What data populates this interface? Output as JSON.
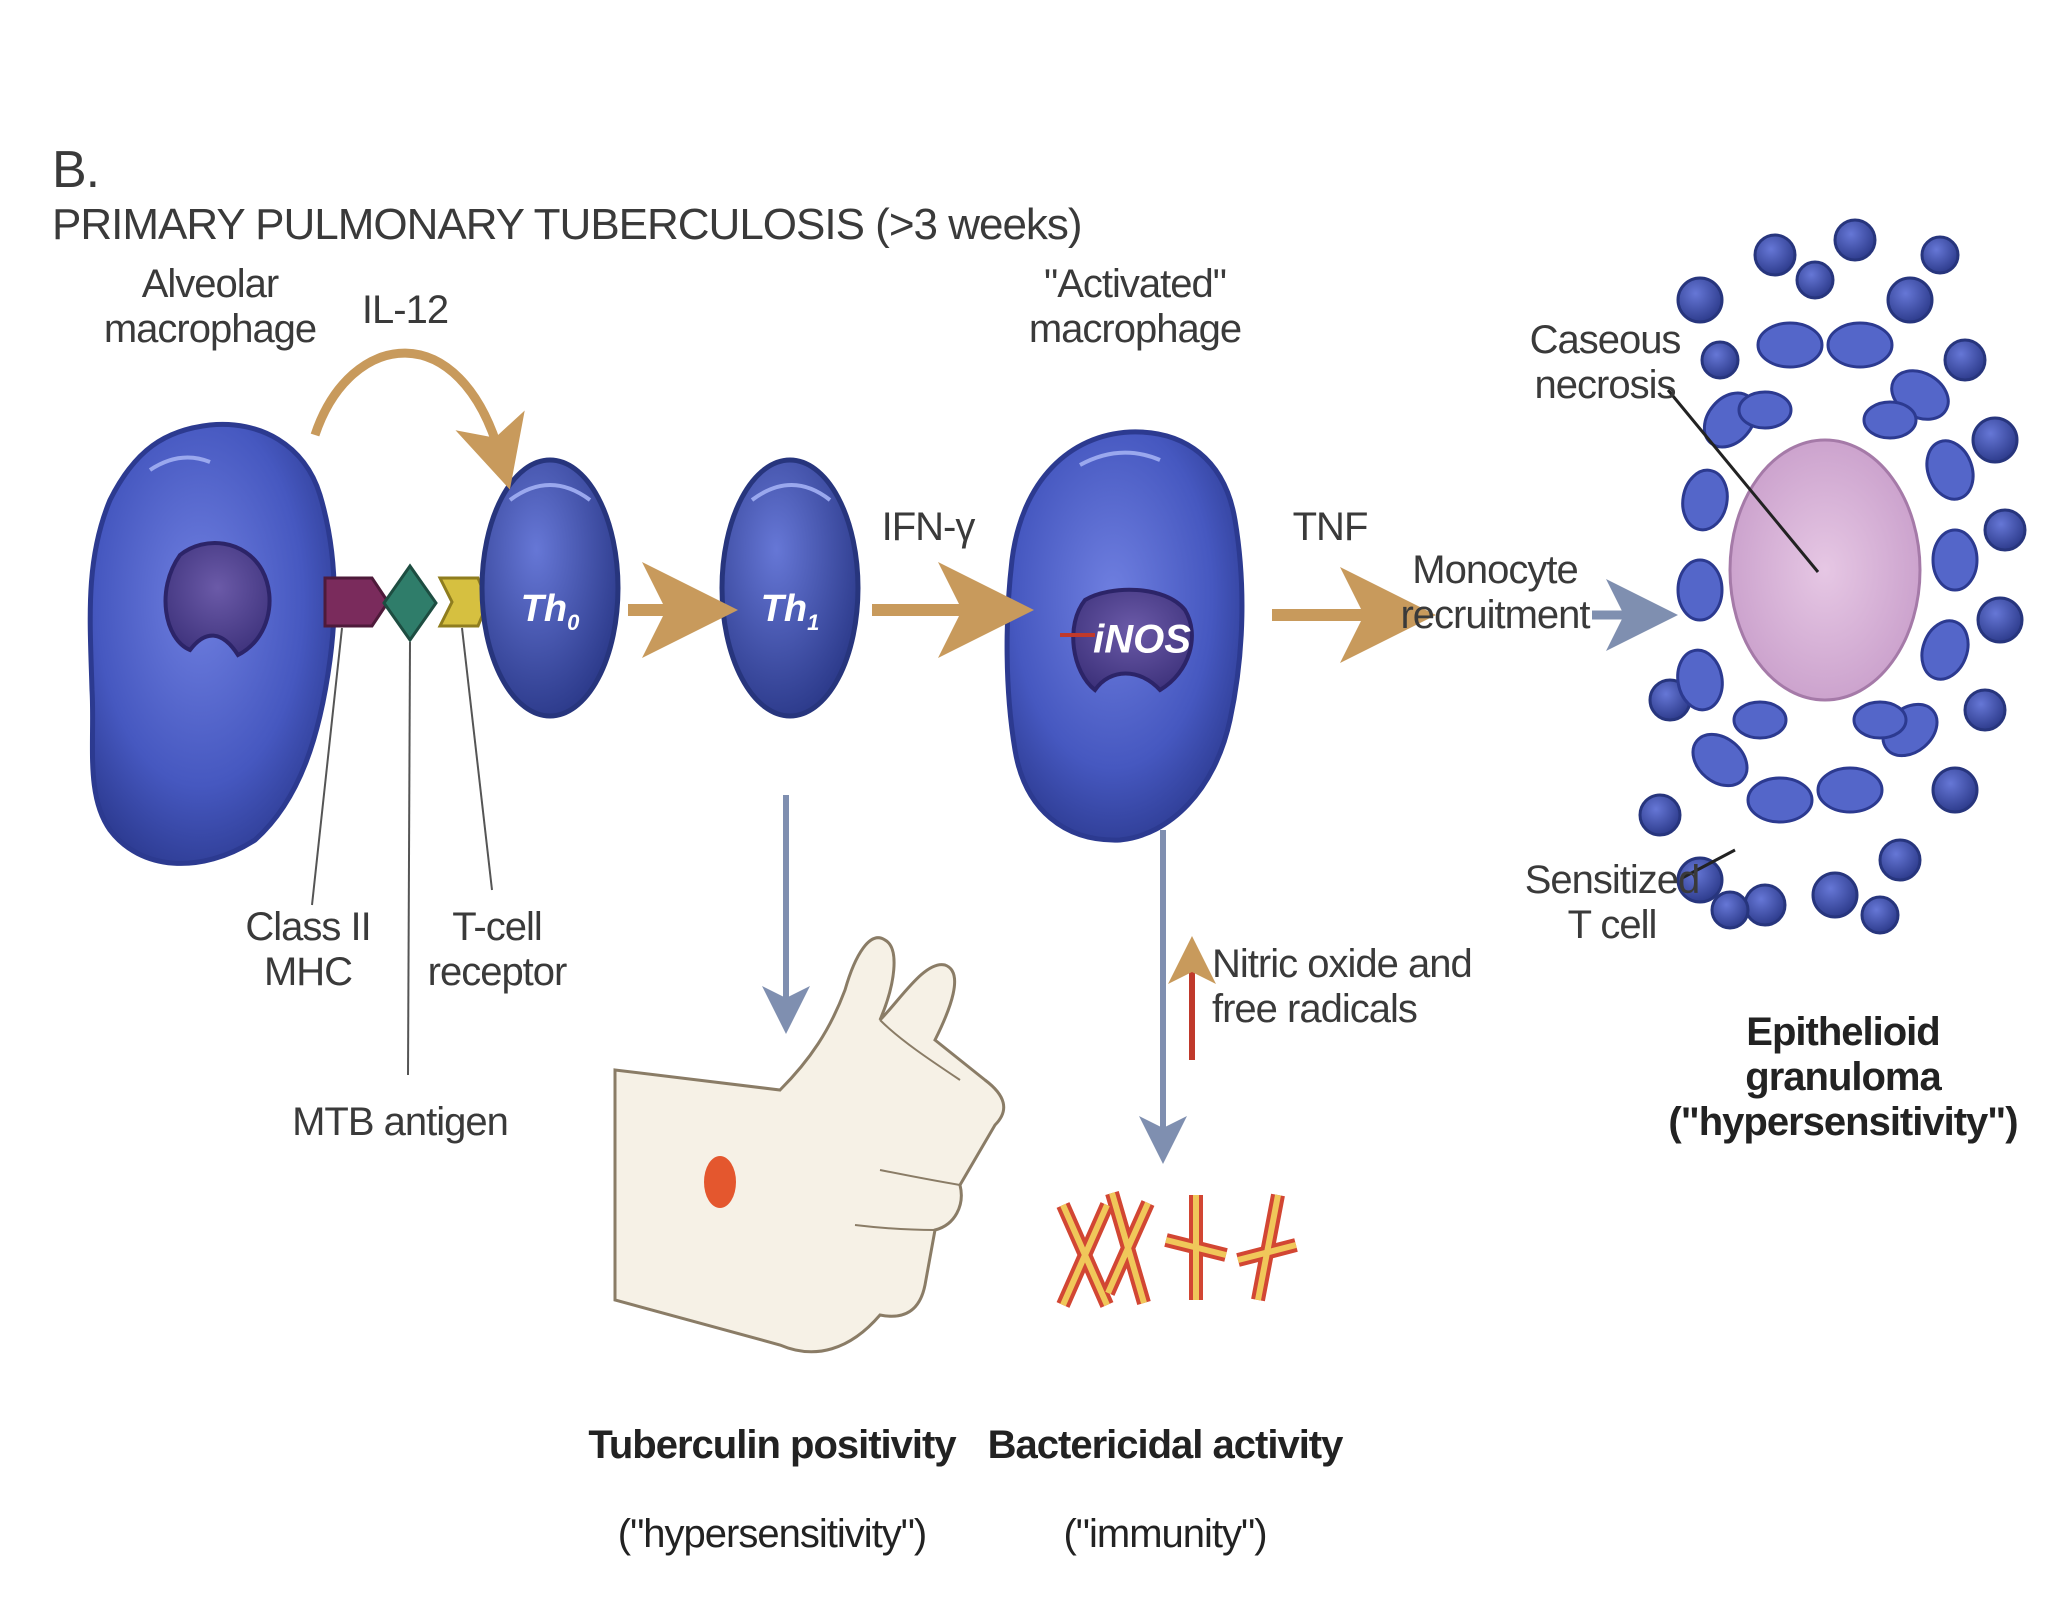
{
  "heading": {
    "letter": "B.",
    "text": "PRIMARY PULMONARY TUBERCULOSIS (>3 weeks)"
  },
  "cells": {
    "alveolar_macrophage": "Alveolar\nmacrophage",
    "activated_macrophage": "\"Activated\"\nmacrophage",
    "th0": "Th",
    "th0_sub": "0",
    "th1": "Th",
    "th1_sub": "1",
    "inos": "iNOS"
  },
  "signals": {
    "il12": "IL-12",
    "ifn": "IFN-γ",
    "tnf": "TNF",
    "monocyte": "Monocyte\nrecruitment",
    "nitric_oxide": "Nitric oxide and\nfree radicals"
  },
  "molecules": {
    "class2": "Class II\nMHC",
    "tcr": "T-cell\nreceptor",
    "mtb": "MTB antigen"
  },
  "granuloma": {
    "caseous": "Caseous\nnecrosis",
    "sensitized": "Sensitized\nT cell"
  },
  "outcomes": {
    "tuberculin": "Tuberculin positivity",
    "tuberculin_sub": "(\"hypersensitivity\")",
    "bactericidal": "Bactericidal activity",
    "bactericidal_sub": "(\"immunity\")",
    "epithelioid": "Epithelioid\ngranuloma\n(\"hypersensitivity\")"
  },
  "colors": {
    "cell_blue": "#4a5cc0",
    "cell_dark": "#2e3c8e",
    "arrow_gold": "#c89a5c",
    "arrow_grey": "#7f8fb0",
    "red_arrow": "#c0392b",
    "necrosis_pink": "#d8b4d8"
  }
}
